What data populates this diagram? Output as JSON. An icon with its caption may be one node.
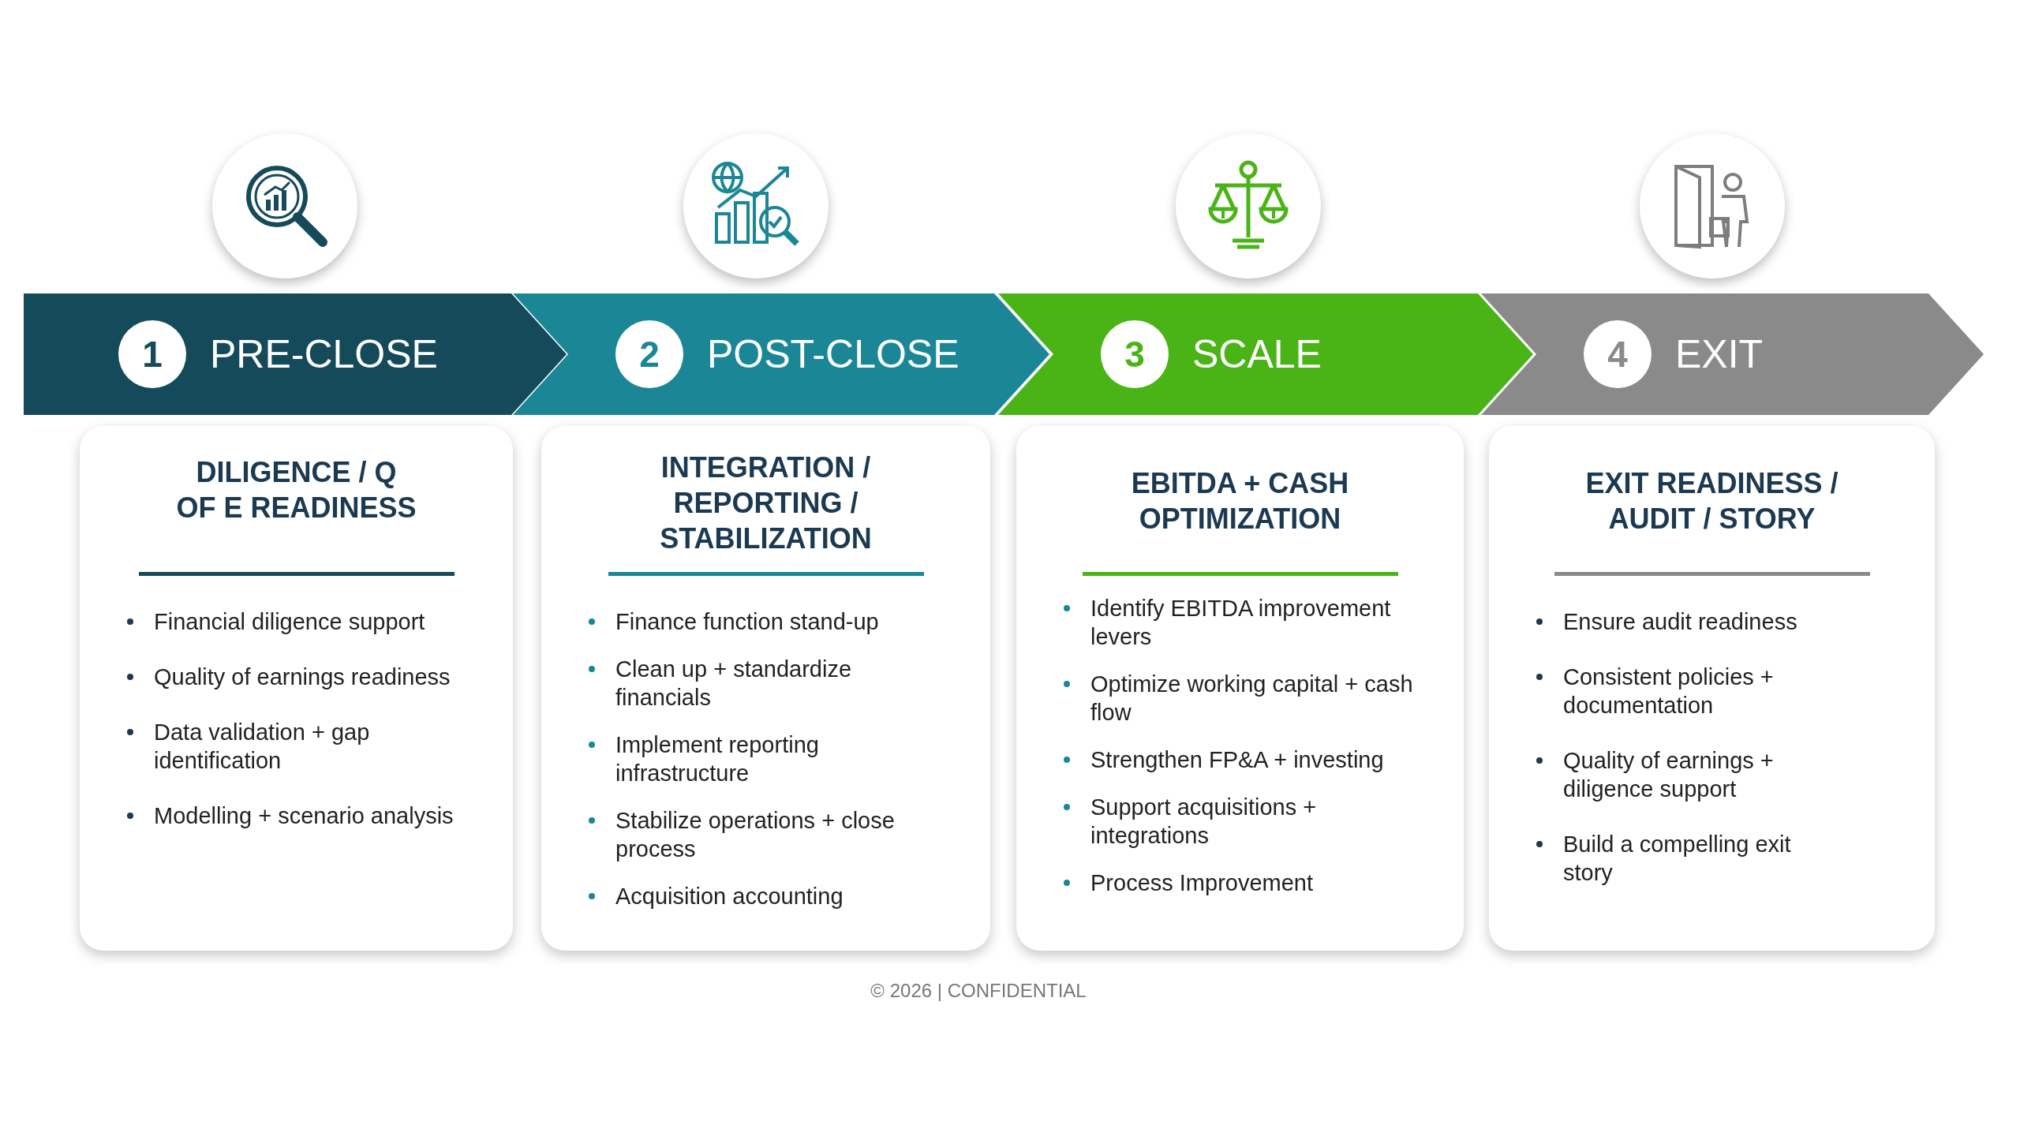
{
  "diagram": {
    "nodes": [
      {
        "text": [
          "1",
          "PRE-CLOSE"
        ]
      },
      {
        "text": [
          "2",
          "POST-CLOSE"
        ]
      },
      {
        "text": [
          "3",
          "SCALE"
        ]
      },
      {
        "text": [
          "4",
          "EXIT"
        ]
      },
      {
        "text": [
          "DILIGENCE / Q OF E READINESS",
          "Financial diligence support",
          "Quality of earnings readiness",
          "Data validation + gap identification",
          "Modelling + scenario analysis"
        ]
      },
      {
        "text": [
          "INTEGRATION / REPORTING / STABILIZATION",
          "Finance function stand-up",
          "Clean up + standardize financials",
          "Implement reporting infrastructure",
          "Stabilize operations + close process",
          "Acquisition accounting"
        ]
      },
      {
        "text": [
          "EBITDA + CASH OPTIMIZATION",
          "Identify EBITDA improvement levers",
          "Optimize working capital + cash flow",
          "Strengthen FP&A + investing",
          "Support acquisitions + integrations",
          "Process Improvement"
        ]
      },
      {
        "text": [
          "EXIT READINESS / AUDIT / STORY",
          "Ensure audit readiness",
          "Consistent policies + documentation",
          "Quality of earnings + diligence support",
          "Build a compelling exit story"
        ]
      }
    ],
    "labels": [
      "© 2026 | CONFIDENTIAL"
    ]
  }
}
